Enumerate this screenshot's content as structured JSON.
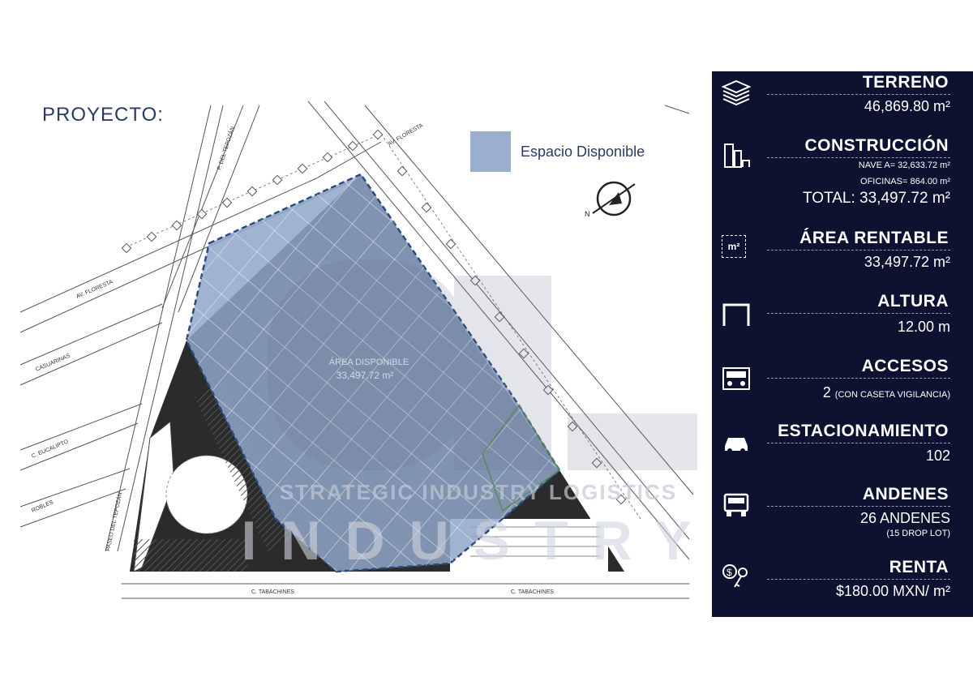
{
  "title": "PROYECTO:",
  "legend": {
    "label": "Espacio Disponible",
    "color": "#8fa6c8"
  },
  "plan": {
    "area_label": "ÁREA DISPONIBLE",
    "area_value": "33,497.72 m²",
    "streets": [
      "AV. FLORESTA",
      "AV. FLORESTA",
      "P. DEL TEPOZÁN",
      "CASUARINAS",
      "C. EUCALIPTO",
      "ROBLES",
      "PASEO DEL TEPOZÁN",
      "C. TABACHINES",
      "C. TABACHINES"
    ]
  },
  "watermark": {
    "line1": "STRATEGIC INDUSTRY LOGISTICS",
    "line2": "INDUSTRY"
  },
  "specs": {
    "terreno": {
      "icon": "building-stack-icon",
      "label": "TERRENO",
      "value": "46,869.80 m²"
    },
    "construccion": {
      "icon": "buildings-icon",
      "label": "CONSTRUCCIÓN",
      "nave": "NAVE A= 32,633.72 m²",
      "oficinas": "OFICINAS=  864.00 m²",
      "total": "TOTAL: 33,497.72 m²"
    },
    "area_rentable": {
      "icon": "square-meter-icon",
      "label": "ÁREA RENTABLE",
      "value": "33,497.72 m²",
      "icon_text": "m²"
    },
    "altura": {
      "icon": "height-icon",
      "label": "ALTURA",
      "value": "12.00 m"
    },
    "accesos": {
      "icon": "truck-front-icon",
      "label": "ACCESOS",
      "value": "2",
      "note": "(CON CASETA VIGILANCIA)"
    },
    "estacionamiento": {
      "icon": "car-icon",
      "label": "ESTACIONAMIENTO",
      "value": "102"
    },
    "andenes": {
      "icon": "truck-icon",
      "label": "ANDENES",
      "value": "26 ANDENES",
      "note": "(15 DROP LOT)"
    },
    "renta": {
      "icon": "money-key-icon",
      "label": "RENTA",
      "value": "$180.00 MXN/ m²"
    }
  }
}
